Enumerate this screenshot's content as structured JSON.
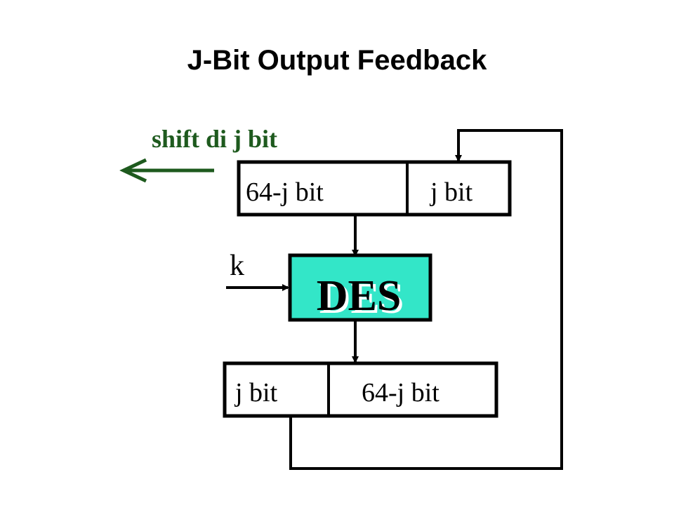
{
  "page": {
    "title": "J-Bit Output Feedback"
  },
  "diagram": {
    "shift_label": "shift di j bit",
    "top_register": {
      "left_cell": "64-j bit",
      "right_cell": "j bit"
    },
    "key_label": "k",
    "cipher_block": "DES",
    "bottom_register": {
      "left_cell": "j bit",
      "right_cell": "64-j bit"
    },
    "colors": {
      "shift_green": "#1e5a1e",
      "des_fill": "#33e6c8",
      "line": "#000000"
    }
  }
}
